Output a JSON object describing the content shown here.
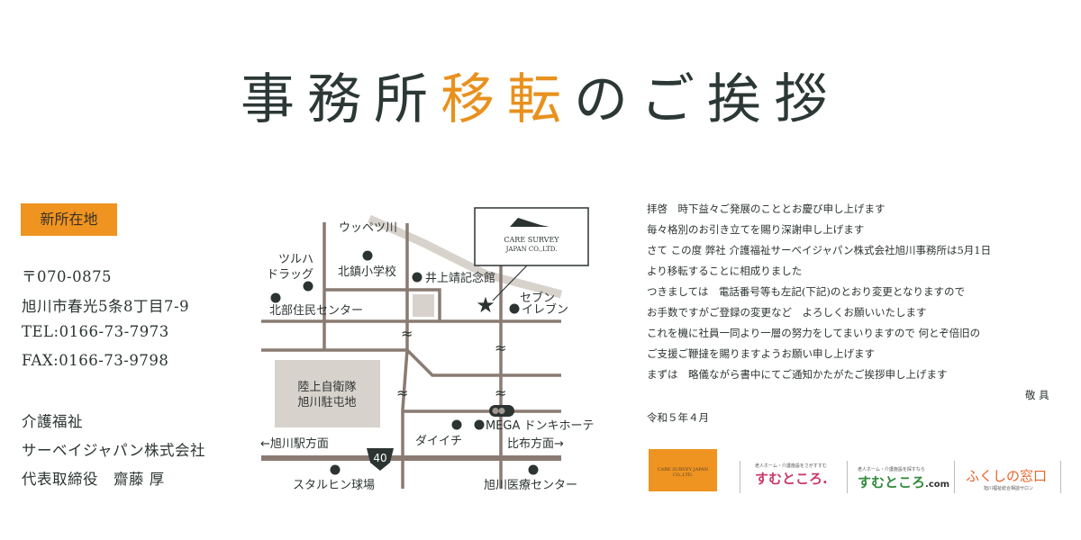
{
  "title": {
    "part1": "事務所",
    "accent": "移転",
    "part2": "のご挨拶"
  },
  "address": {
    "badge": "新所在地",
    "postal": "〒070-0875",
    "street": "旭川市春光5条8丁目7-9",
    "tel": "TEL:0166-73-7973",
    "fax": "FAX:0166-73-9798",
    "company1": "介護福祉",
    "company2": "サーベイジャパン株式会社",
    "rep": "代表取締役　齋藤 厚"
  },
  "map": {
    "river": "ウッペツ川",
    "tsuruha1": "ツルハ",
    "tsuruha2": "ドラッグ",
    "school": "北鎮小学校",
    "inoue": "井上靖記念館",
    "hokubu": "北部住民センター",
    "seven1": "セブン",
    "seven2": "イレブン",
    "company_line1": "CARE SURVEY",
    "company_line2": "JAPAN CO.,LTD.",
    "army1": "陸上自衛隊",
    "army2": "旭川駐屯地",
    "mega": "MEGA ドンキホーテ",
    "daiichi": "ダイイチ",
    "station": "←旭川駅方面",
    "pippu": "比布方面→",
    "route": "40",
    "stadium": "スタルヒン球場",
    "medical": "旭川医療センター"
  },
  "letter": [
    "拝啓　時下益々ご発展のこととお慶び申し上げます",
    "毎々格別のお引き立てを賜り深謝申し上げます",
    "さて この度 弊社 介護福祉サーベイジャパン株式会社旭川事務所は5月1日",
    "より移転することに相成りました",
    "つきましては　電話番号等も左記(下記)のとおり変更となりますので",
    "お手数ですがご登録の変更など　よろしくお願いいたします",
    "これを機に社員一同より一層の努力をしてまいりますので 何とぞ倍旧の",
    "ご支援ご鞭撻を賜りますようお願い申し上げます",
    "まずは　略儀ながら書中にてご通知かたがたご挨拶申し上げます"
  ],
  "closing": "敬 具",
  "date": "令和５年４月",
  "logos": {
    "care_survey": "CARE SURVEY JAPAN CO.,LTD.",
    "sumutokoro_tag": "老人ホーム・介護施設をさがすすむ",
    "sumutokoro": "すむところ.",
    "sumutokoro_com_tag": "老人ホーム・介護施設を探すなら",
    "sumutokoro_com": "すむところ",
    "sumutokoro_com_suffix": ".com",
    "fukushi": "ふくしの窓口",
    "fukushi_tag": "旭川福祉総合相談サロン"
  },
  "colors": {
    "accent": "#ef9420",
    "text": "#2c3432",
    "road": "#8a7b72",
    "river": "#d8d2cc"
  }
}
